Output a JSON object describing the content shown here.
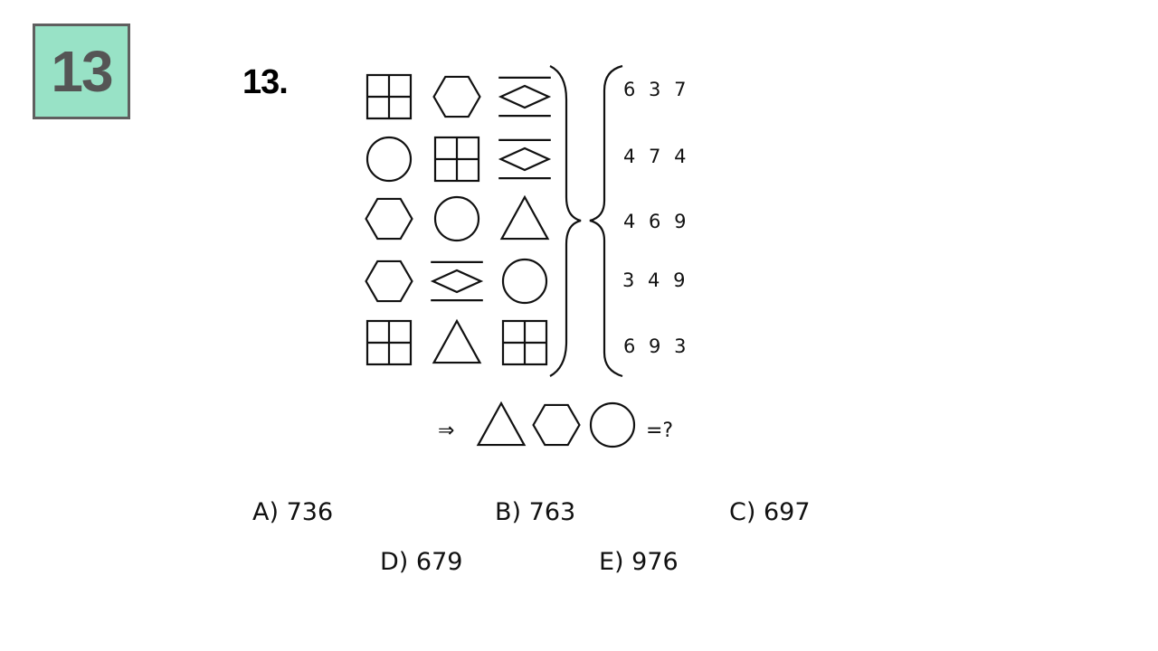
{
  "badge": {
    "number": "13",
    "color": "#98e2c6"
  },
  "question": {
    "label": "13."
  },
  "grid": {
    "rows": [
      [
        "square-cross-icon",
        "hexagon-icon",
        "diamond-lines-icon"
      ],
      [
        "circle-icon",
        "square-cross-icon",
        "diamond-lines-icon"
      ],
      [
        "hexagon-icon",
        "circle-icon",
        "triangle-icon"
      ],
      [
        "hexagon-icon",
        "diamond-lines-icon",
        "circle-icon"
      ],
      [
        "square-cross-icon",
        "triangle-icon",
        "square-cross-icon"
      ]
    ],
    "codes": [
      "6 3 7",
      "4 7 4",
      "4 6 9",
      "3 4 9",
      "6 9 3"
    ]
  },
  "query": {
    "arrow": "⇒",
    "shapes": [
      "triangle-icon",
      "hexagon-icon",
      "circle-icon"
    ],
    "ask": "=?"
  },
  "options": [
    {
      "label": "A) 736"
    },
    {
      "label": "B) 763"
    },
    {
      "label": "C) 697"
    },
    {
      "label": "D) 679"
    },
    {
      "label": "E) 976"
    }
  ]
}
